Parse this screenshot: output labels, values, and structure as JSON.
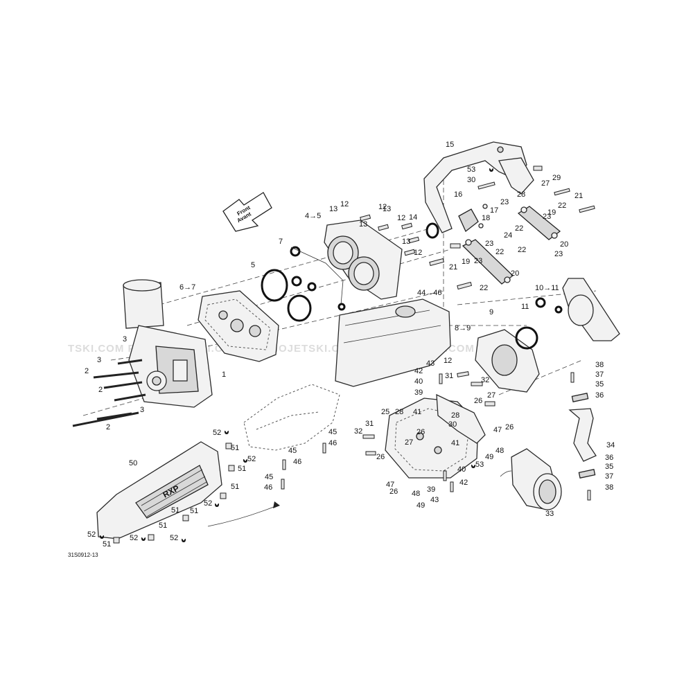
{
  "diagram": {
    "drawing_number": "31S0912-13",
    "front_arrow": {
      "line1": "Front",
      "line2": "Avant"
    },
    "watermark": "TSKI.COM  PROMOJETSKI.COM  PROMOJETSKI.COM  PROMOJETSKI.COM  PF",
    "logo_text": "RXP",
    "callouts": [
      {
        "id": "c15",
        "label": "15"
      },
      {
        "id": "c53a",
        "label": "53"
      },
      {
        "id": "c30a",
        "label": "30"
      },
      {
        "id": "c27a",
        "label": "27"
      },
      {
        "id": "c29",
        "label": "29"
      },
      {
        "id": "c28a",
        "label": "28"
      },
      {
        "id": "c21a",
        "label": "21"
      },
      {
        "id": "c16",
        "label": "16"
      },
      {
        "id": "c17",
        "label": "17"
      },
      {
        "id": "c18",
        "label": "18"
      },
      {
        "id": "c23a",
        "label": "23"
      },
      {
        "id": "c22a",
        "label": "22"
      },
      {
        "id": "c19a",
        "label": "19"
      },
      {
        "id": "c22b",
        "label": "22"
      },
      {
        "id": "c23b",
        "label": "23"
      },
      {
        "id": "c24",
        "label": "24"
      },
      {
        "id": "c22c",
        "label": "22"
      },
      {
        "id": "c20a",
        "label": "20"
      },
      {
        "id": "c23c",
        "label": "23"
      },
      {
        "id": "c22d",
        "label": "22"
      },
      {
        "id": "c23d",
        "label": "23"
      },
      {
        "id": "c21b",
        "label": "21"
      },
      {
        "id": "c19b",
        "label": "19"
      },
      {
        "id": "c23e",
        "label": "23"
      },
      {
        "id": "c20b",
        "label": "20"
      },
      {
        "id": "c22e",
        "label": "22"
      },
      {
        "id": "c12a",
        "label": "12"
      },
      {
        "id": "c13a",
        "label": "13"
      },
      {
        "id": "c13b",
        "label": "13"
      },
      {
        "id": "c12b",
        "label": "12"
      },
      {
        "id": "c14",
        "label": "14"
      },
      {
        "id": "c13c",
        "label": "13"
      },
      {
        "id": "c12c",
        "label": "12"
      },
      {
        "id": "c13d",
        "label": "13"
      },
      {
        "id": "c12d",
        "label": "12"
      },
      {
        "id": "c4to5",
        "label": "4→5"
      },
      {
        "id": "c7",
        "label": "7"
      },
      {
        "id": "c5",
        "label": "5"
      },
      {
        "id": "c6to7",
        "label": "6→7"
      },
      {
        "id": "c1",
        "label": "1"
      },
      {
        "id": "c3a",
        "label": "3"
      },
      {
        "id": "c3b",
        "label": "3"
      },
      {
        "id": "c2a",
        "label": "2"
      },
      {
        "id": "c2b",
        "label": "2"
      },
      {
        "id": "c3c",
        "label": "3"
      },
      {
        "id": "c2c",
        "label": "2"
      },
      {
        "id": "c44to46",
        "label": "44→46"
      },
      {
        "id": "c10to11",
        "label": "10→11"
      },
      {
        "id": "c11",
        "label": "11"
      },
      {
        "id": "c8to9",
        "label": "8→9"
      },
      {
        "id": "c9",
        "label": "9"
      },
      {
        "id": "c12e",
        "label": "12"
      },
      {
        "id": "c43a",
        "label": "43"
      },
      {
        "id": "c42a",
        "label": "42"
      },
      {
        "id": "c40a",
        "label": "40"
      },
      {
        "id": "c31a",
        "label": "31"
      },
      {
        "id": "c32a",
        "label": "32"
      },
      {
        "id": "c39a",
        "label": "39"
      },
      {
        "id": "c26a",
        "label": "26"
      },
      {
        "id": "c27b",
        "label": "27"
      },
      {
        "id": "c25",
        "label": "25"
      },
      {
        "id": "c28b",
        "label": "28"
      },
      {
        "id": "c41a",
        "label": "41"
      },
      {
        "id": "c28c",
        "label": "28"
      },
      {
        "id": "c30b",
        "label": "30"
      },
      {
        "id": "c26b",
        "label": "26"
      },
      {
        "id": "c47a",
        "label": "47"
      },
      {
        "id": "c26c",
        "label": "26"
      },
      {
        "id": "c31b",
        "label": "31"
      },
      {
        "id": "c32b",
        "label": "32"
      },
      {
        "id": "c27c",
        "label": "27"
      },
      {
        "id": "c41b",
        "label": "41"
      },
      {
        "id": "c26d",
        "label": "26"
      },
      {
        "id": "c48a",
        "label": "48"
      },
      {
        "id": "c49a",
        "label": "49"
      },
      {
        "id": "c53b",
        "label": "53"
      },
      {
        "id": "c47b",
        "label": "47"
      },
      {
        "id": "c40b",
        "label": "40"
      },
      {
        "id": "c26e",
        "label": "26"
      },
      {
        "id": "c48b",
        "label": "48"
      },
      {
        "id": "c49b",
        "label": "49"
      },
      {
        "id": "c39b",
        "label": "39"
      },
      {
        "id": "c42b",
        "label": "42"
      },
      {
        "id": "c43b",
        "label": "43"
      },
      {
        "id": "c33",
        "label": "33"
      },
      {
        "id": "c38a",
        "label": "38"
      },
      {
        "id": "c37a",
        "label": "37"
      },
      {
        "id": "c35a",
        "label": "35"
      },
      {
        "id": "c36a",
        "label": "36"
      },
      {
        "id": "c34",
        "label": "34"
      },
      {
        "id": "c36b",
        "label": "36"
      },
      {
        "id": "c35b",
        "label": "35"
      },
      {
        "id": "c37b",
        "label": "37"
      },
      {
        "id": "c38b",
        "label": "38"
      },
      {
        "id": "c45a",
        "label": "45"
      },
      {
        "id": "c46a",
        "label": "46"
      },
      {
        "id": "c45b",
        "label": "45"
      },
      {
        "id": "c46b",
        "label": "46"
      },
      {
        "id": "c45c",
        "label": "45"
      },
      {
        "id": "c46c",
        "label": "46"
      },
      {
        "id": "c52a",
        "label": "52"
      },
      {
        "id": "c51a",
        "label": "51"
      },
      {
        "id": "c52b",
        "label": "52"
      },
      {
        "id": "c51b",
        "label": "51"
      },
      {
        "id": "c50",
        "label": "50"
      },
      {
        "id": "c51c",
        "label": "51"
      },
      {
        "id": "c52c",
        "label": "52"
      },
      {
        "id": "c51d",
        "label": "51"
      },
      {
        "id": "c52d",
        "label": "52"
      },
      {
        "id": "c51e",
        "label": "51"
      },
      {
        "id": "c52e",
        "label": "52"
      },
      {
        "id": "c51f",
        "label": "51"
      },
      {
        "id": "c52f",
        "label": "52"
      },
      {
        "id": "c51g",
        "label": "51"
      }
    ]
  }
}
